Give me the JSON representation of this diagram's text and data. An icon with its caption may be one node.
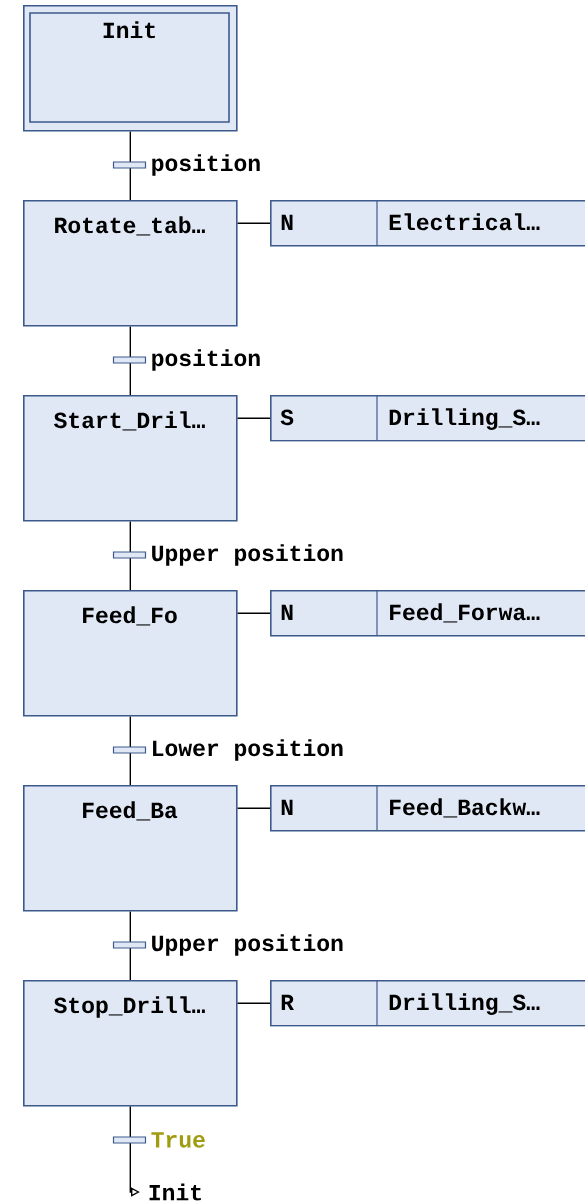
{
  "diagram": {
    "nodes": [
      {
        "text": [
          "Init"
        ]
      },
      {
        "text": [
          "Rotate_tab…"
        ]
      },
      {
        "text": [
          "N",
          "Electrical…"
        ]
      },
      {
        "text": [
          "Start_Dril…"
        ]
      },
      {
        "text": [
          "S",
          "Drilling_S…"
        ]
      },
      {
        "text": [
          "Feed_Fo"
        ]
      },
      {
        "text": [
          "N",
          "Feed_Forwa…"
        ]
      },
      {
        "text": [
          "Feed_Ba"
        ]
      },
      {
        "text": [
          "N",
          "Feed_Backw…"
        ]
      },
      {
        "text": [
          "Stop_Drill…"
        ]
      },
      {
        "text": [
          "R",
          "Drilling_S…"
        ]
      },
      {
        "text": [
          "Init"
        ]
      }
    ],
    "edges": [
      {
        "from": 0,
        "to": 1,
        "arrow": "none",
        "label": "position"
      },
      {
        "from": 1,
        "to": 2,
        "arrow": "none"
      },
      {
        "from": 1,
        "to": 3,
        "arrow": "none",
        "label": "position"
      },
      {
        "from": 3,
        "to": 4,
        "arrow": "none"
      },
      {
        "from": 3,
        "to": 5,
        "arrow": "none",
        "label": "Upper position"
      },
      {
        "from": 5,
        "to": 6,
        "arrow": "none"
      },
      {
        "from": 5,
        "to": 7,
        "arrow": "none",
        "label": "Lower position"
      },
      {
        "from": 7,
        "to": 8,
        "arrow": "none"
      },
      {
        "from": 7,
        "to": 9,
        "arrow": "none",
        "label": "Upper position"
      },
      {
        "from": 9,
        "to": 10,
        "arrow": "none"
      },
      {
        "from": 9,
        "to": 11,
        "arrow": "to",
        "label": "True"
      }
    ]
  }
}
